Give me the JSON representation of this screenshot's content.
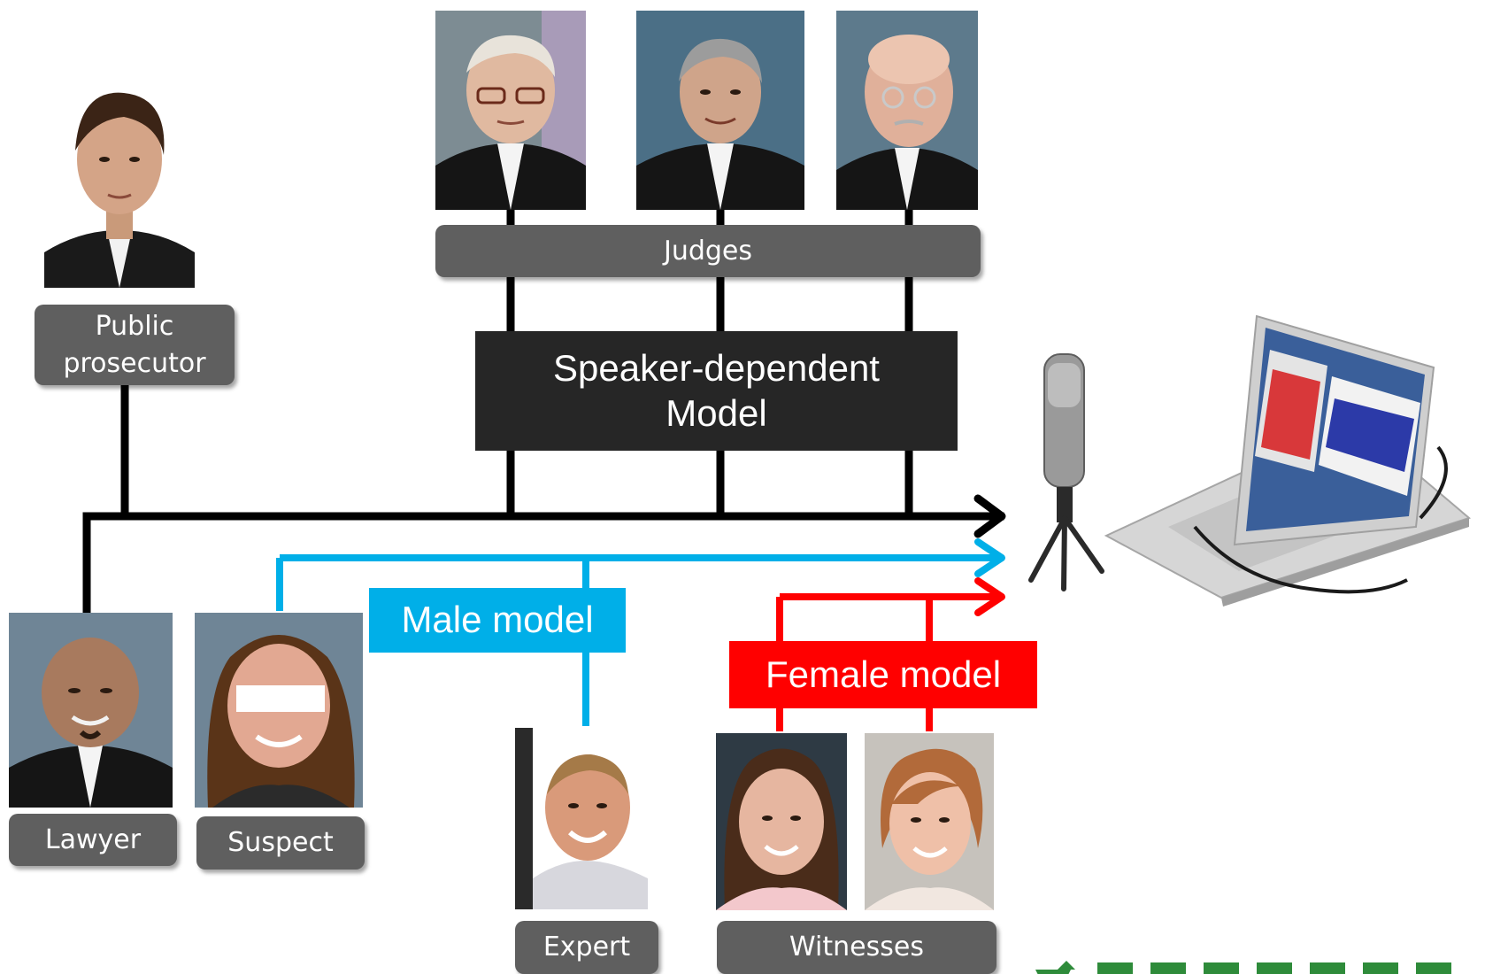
{
  "labels": {
    "public_prosecutor": "Public prosecutor",
    "judges": "Judges",
    "lawyer": "Lawyer",
    "suspect": "Suspect",
    "expert": "Expert",
    "witnesses": "Witnesses"
  },
  "models": {
    "speaker_dependent": "Speaker-dependent Model",
    "male": "Male model",
    "female": "Female model"
  },
  "colors": {
    "label_box": "#5f5f5f",
    "speaker_dependent": "#262626",
    "male": "#00afe8",
    "female": "#ff0000",
    "line_black": "#000000",
    "logo_green": "#2e8b3a"
  },
  "icons": {
    "recorder": "laptop-with-microphone",
    "logo": "logo"
  }
}
